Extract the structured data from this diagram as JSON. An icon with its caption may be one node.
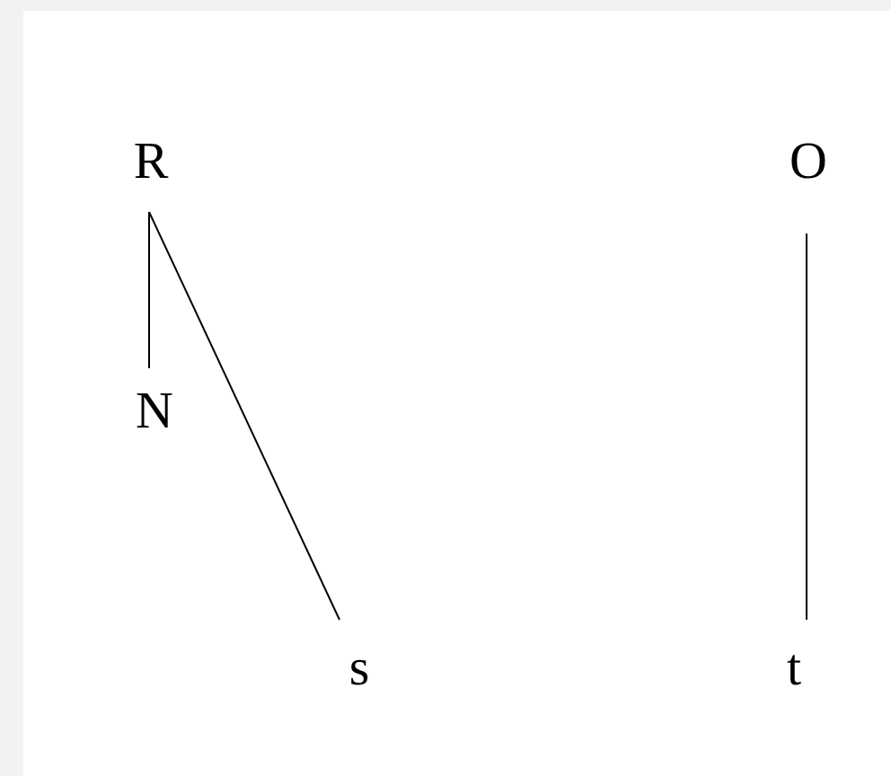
{
  "diagram": {
    "nodes": [
      {
        "text": [
          "R"
        ]
      },
      {
        "text": [
          "N"
        ]
      },
      {
        "text": [
          "s"
        ]
      },
      {
        "text": [
          "O"
        ]
      },
      {
        "text": [
          "t"
        ]
      }
    ],
    "edges": [
      {
        "from": 0,
        "to": 1,
        "arrow": "none"
      },
      {
        "from": 0,
        "to": 2,
        "arrow": "none"
      },
      {
        "from": 3,
        "to": 4,
        "arrow": "none"
      }
    ]
  }
}
